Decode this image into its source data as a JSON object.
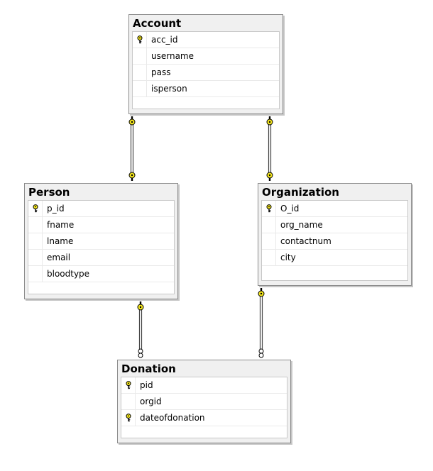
{
  "diagram": {
    "entities": [
      {
        "id": "account",
        "title": "Account",
        "columns": [
          {
            "name": "acc_id",
            "primary_key": true
          },
          {
            "name": "username",
            "primary_key": false
          },
          {
            "name": "pass",
            "primary_key": false
          },
          {
            "name": "isperson",
            "primary_key": false
          }
        ]
      },
      {
        "id": "person",
        "title": "Person",
        "columns": [
          {
            "name": "p_id",
            "primary_key": true
          },
          {
            "name": "fname",
            "primary_key": false
          },
          {
            "name": "lname",
            "primary_key": false
          },
          {
            "name": "email",
            "primary_key": false
          },
          {
            "name": "bloodtype",
            "primary_key": false
          }
        ]
      },
      {
        "id": "organization",
        "title": "Organization",
        "columns": [
          {
            "name": "O_id",
            "primary_key": true
          },
          {
            "name": "org_name",
            "primary_key": false
          },
          {
            "name": "contactnum",
            "primary_key": false
          },
          {
            "name": "city",
            "primary_key": false
          }
        ]
      },
      {
        "id": "donation",
        "title": "Donation",
        "columns": [
          {
            "name": "pid",
            "primary_key": true
          },
          {
            "name": "orgid",
            "primary_key": false
          },
          {
            "name": "dateofdonation",
            "primary_key": true
          }
        ]
      }
    ],
    "relationships": [
      {
        "from": "account",
        "to": "person",
        "from_end": "key",
        "to_end": "key"
      },
      {
        "from": "account",
        "to": "organization",
        "from_end": "key",
        "to_end": "key"
      },
      {
        "from": "person",
        "to": "donation",
        "from_end": "key",
        "to_end": "infinity"
      },
      {
        "from": "organization",
        "to": "donation",
        "from_end": "key",
        "to_end": "infinity"
      }
    ],
    "colors": {
      "key_icon": "#f2e41c",
      "line": "#444444",
      "table_frame": "#f0f0f0",
      "table_border": "#8c8c8c"
    }
  }
}
